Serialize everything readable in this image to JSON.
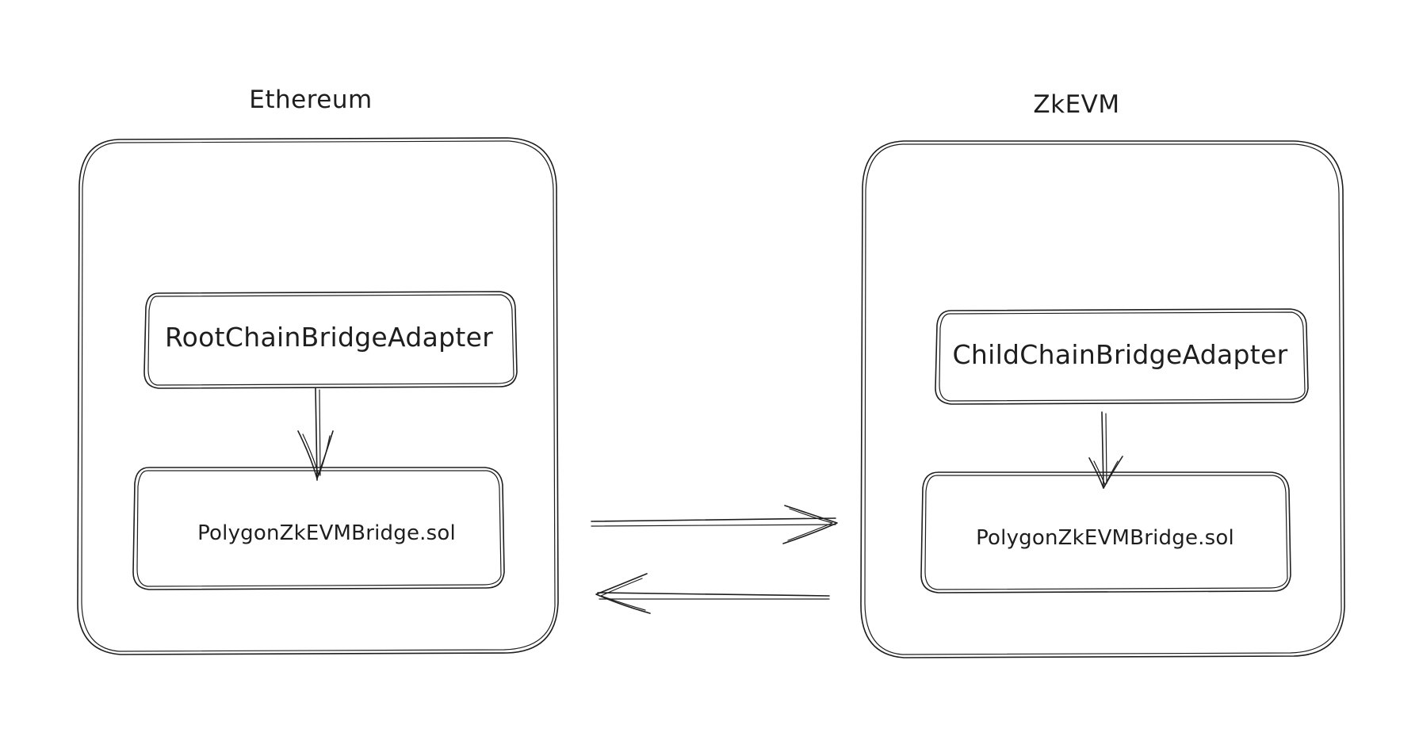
{
  "ethereum": {
    "title": "Ethereum",
    "adapter": "RootChainBridgeAdapter",
    "bridge": "PolygonZkEVMBridge.sol"
  },
  "zkevm": {
    "title": "ZkEVM",
    "adapter": "ChildChainBridgeAdapter",
    "bridge": "PolygonZkEVMBridge.sol"
  },
  "connections": [
    {
      "from": "ethereum",
      "to": "zkevm",
      "direction": "right"
    },
    {
      "from": "zkevm",
      "to": "ethereum",
      "direction": "left"
    }
  ],
  "colors": {
    "stroke": "#1e1e1e",
    "background": "#ffffff"
  }
}
